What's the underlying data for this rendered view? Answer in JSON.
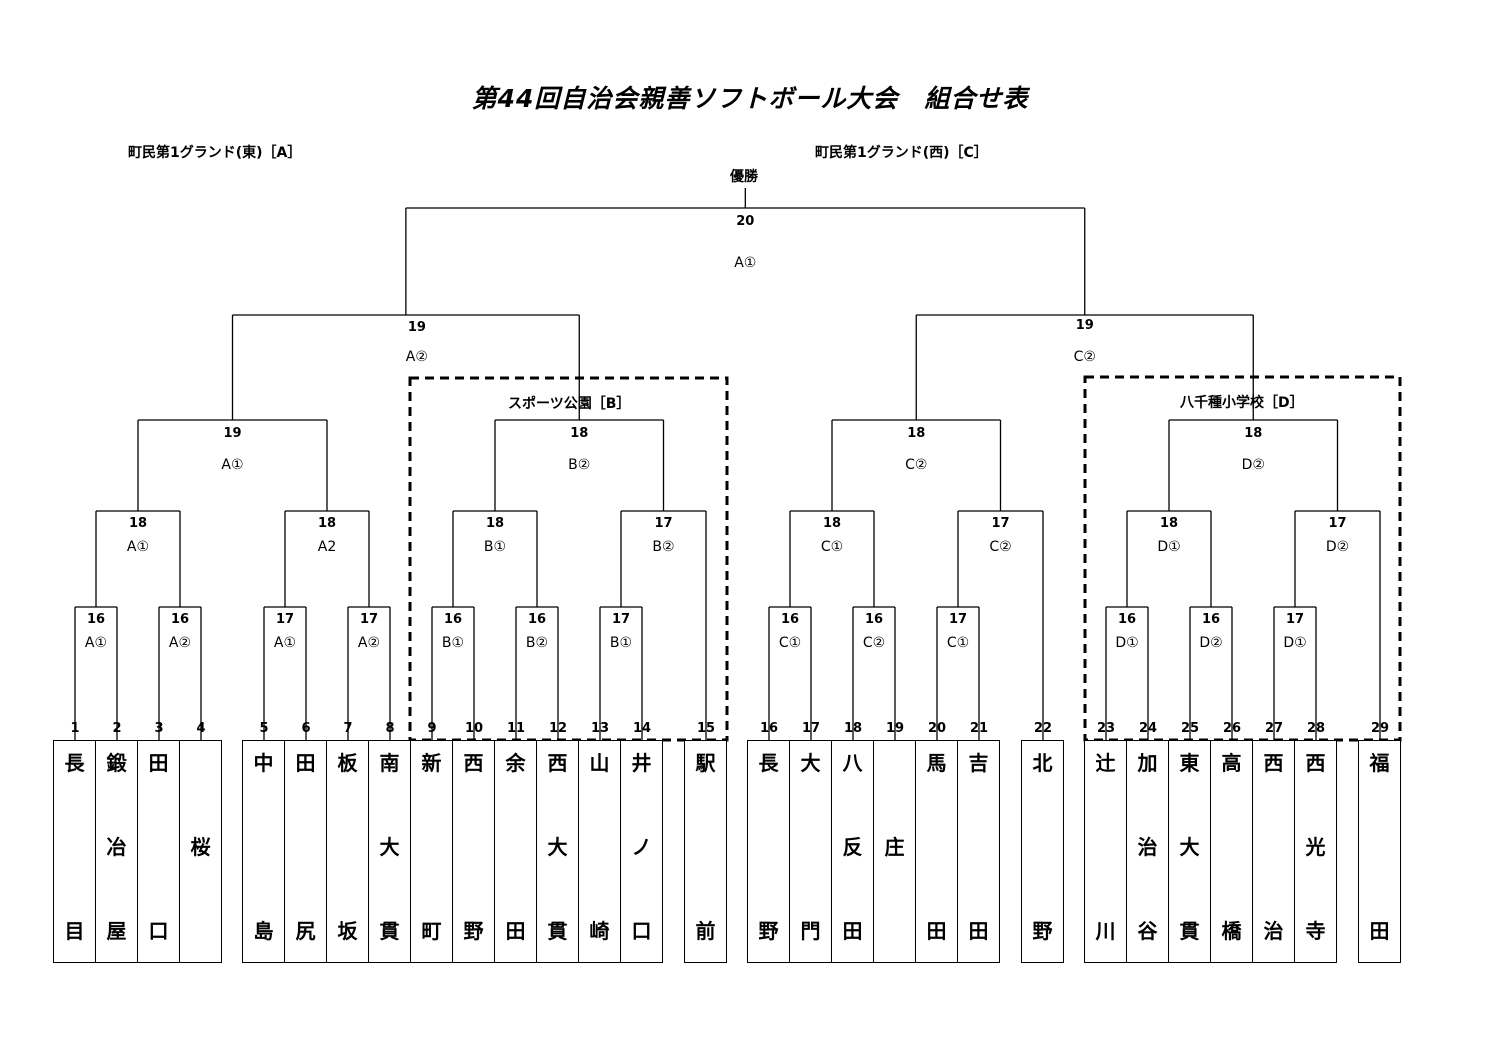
{
  "title": "第44回自治会親善ソフトボール大会　組合せ表",
  "venues": {
    "a": "町民第1グランド(東)［A］",
    "c": "町民第1グランド(西)［C］",
    "b": "スポーツ公園［B］",
    "d": "八千種小学校［D］"
  },
  "champion": "優勝",
  "final": {
    "round": "20",
    "court": "A①"
  },
  "semi_left": {
    "round": "19",
    "court": "A②"
  },
  "semi_right": {
    "round": "19",
    "court": "C②"
  },
  "quarters": [
    {
      "round": "19",
      "court": "A①"
    },
    {
      "round": "18",
      "court": "B②"
    },
    {
      "round": "18",
      "court": "C②"
    },
    {
      "round": "18",
      "court": "D②"
    }
  ],
  "r2": [
    {
      "round": "18",
      "court": "A①"
    },
    {
      "round": "18",
      "court": "A2"
    },
    {
      "round": "18",
      "court": "B①"
    },
    {
      "round": "17",
      "court": "B②"
    },
    {
      "round": "18",
      "court": "C①"
    },
    {
      "round": "17",
      "court": "C②"
    },
    {
      "round": "18",
      "court": "D①"
    },
    {
      "round": "17",
      "court": "D②"
    }
  ],
  "r1": [
    {
      "round": "16",
      "court": "A①"
    },
    {
      "round": "16",
      "court": "A②"
    },
    {
      "round": "17",
      "court": "A①"
    },
    {
      "round": "17",
      "court": "A②"
    },
    {
      "round": "16",
      "court": "B①"
    },
    {
      "round": "16",
      "court": "B②"
    },
    {
      "round": "17",
      "court": "B①"
    },
    {
      "round": "16",
      "court": "C①"
    },
    {
      "round": "16",
      "court": "C②"
    },
    {
      "round": "17",
      "court": "C①"
    },
    {
      "round": "16",
      "court": "D①"
    },
    {
      "round": "16",
      "court": "D②"
    },
    {
      "round": "17",
      "court": "D①"
    }
  ],
  "teams": [
    {
      "num": "1",
      "chars": [
        "長",
        "",
        "目"
      ]
    },
    {
      "num": "2",
      "chars": [
        "鍛",
        "冶",
        "屋"
      ]
    },
    {
      "num": "3",
      "chars": [
        "田",
        "",
        "口"
      ]
    },
    {
      "num": "4",
      "chars": [
        "",
        "桜",
        ""
      ]
    },
    {
      "num": "5",
      "chars": [
        "中",
        "",
        "島"
      ]
    },
    {
      "num": "6",
      "chars": [
        "田",
        "",
        "尻"
      ]
    },
    {
      "num": "7",
      "chars": [
        "板",
        "",
        "坂"
      ]
    },
    {
      "num": "8",
      "chars": [
        "南",
        "大",
        "貫"
      ]
    },
    {
      "num": "9",
      "chars": [
        "新",
        "",
        "町"
      ]
    },
    {
      "num": "10",
      "chars": [
        "西",
        "",
        "野"
      ]
    },
    {
      "num": "11",
      "chars": [
        "余",
        "",
        "田"
      ]
    },
    {
      "num": "12",
      "chars": [
        "西",
        "大",
        "貫"
      ]
    },
    {
      "num": "13",
      "chars": [
        "山",
        "",
        "崎"
      ]
    },
    {
      "num": "14",
      "chars": [
        "井",
        "ノ",
        "口"
      ]
    },
    {
      "num": "15",
      "chars": [
        "駅",
        "",
        "前"
      ]
    },
    {
      "num": "16",
      "chars": [
        "長",
        "",
        "野"
      ]
    },
    {
      "num": "17",
      "chars": [
        "大",
        "",
        "門"
      ]
    },
    {
      "num": "18",
      "chars": [
        "八",
        "反",
        "田"
      ]
    },
    {
      "num": "19",
      "chars": [
        "",
        "庄",
        ""
      ]
    },
    {
      "num": "20",
      "chars": [
        "馬",
        "",
        "田"
      ]
    },
    {
      "num": "21",
      "chars": [
        "吉",
        "",
        "田"
      ]
    },
    {
      "num": "22",
      "chars": [
        "北",
        "",
        "野"
      ]
    },
    {
      "num": "23",
      "chars": [
        "辻",
        "",
        "川"
      ]
    },
    {
      "num": "24",
      "chars": [
        "加",
        "治",
        "谷"
      ]
    },
    {
      "num": "25",
      "chars": [
        "東",
        "大",
        "貫"
      ]
    },
    {
      "num": "26",
      "chars": [
        "高",
        "",
        "橋"
      ]
    },
    {
      "num": "27",
      "chars": [
        "西",
        "",
        "治"
      ]
    },
    {
      "num": "28",
      "chars": [
        "西",
        "光",
        "寺"
      ]
    },
    {
      "num": "29",
      "chars": [
        "福",
        "",
        "田"
      ]
    }
  ]
}
